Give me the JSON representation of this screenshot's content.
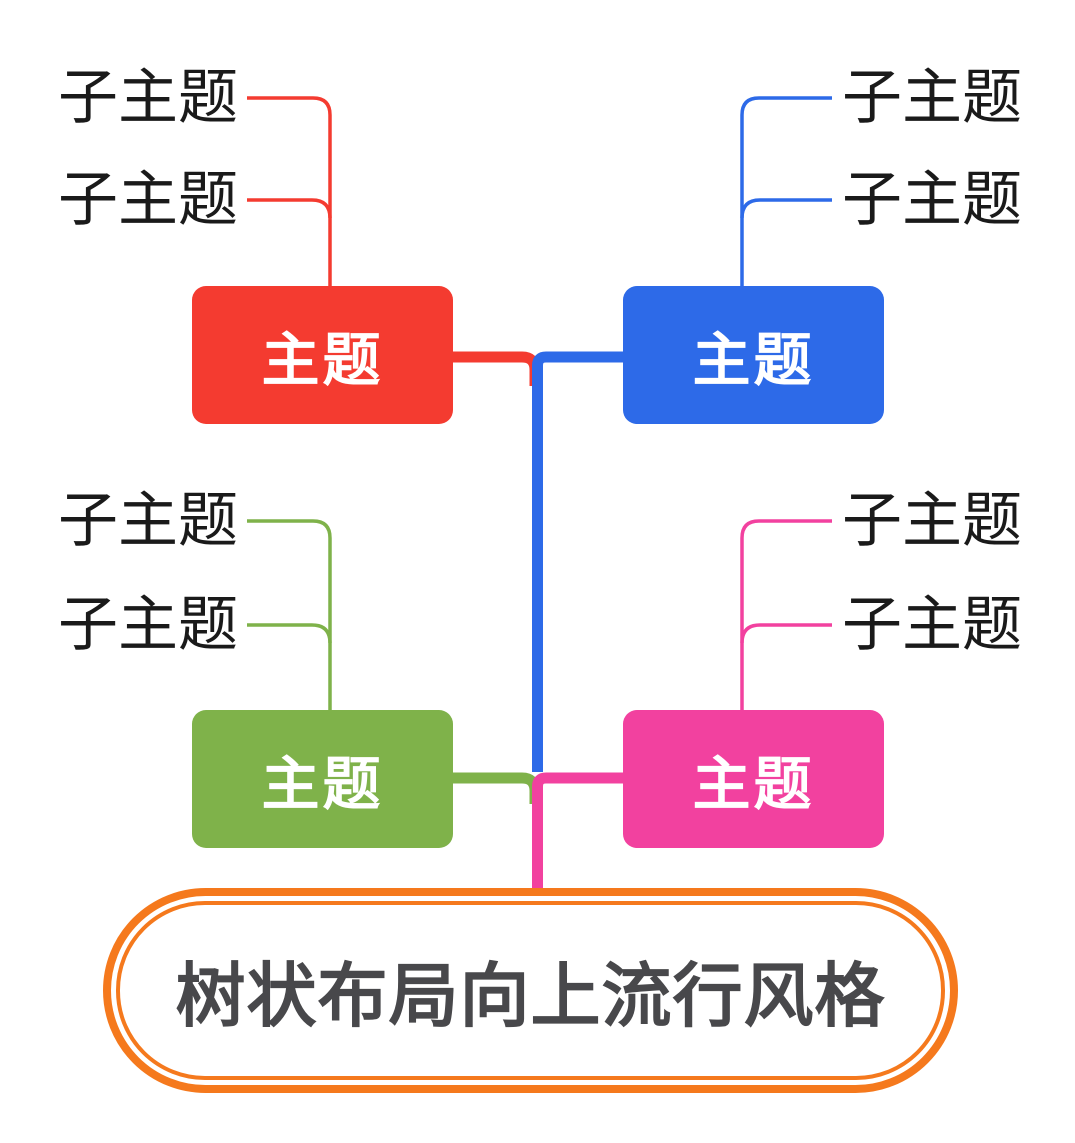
{
  "canvas": {
    "background": "#ffffff"
  },
  "root": {
    "label": "树状布局向上流行风格",
    "border_color": "#f5791d",
    "fill": "#ffffff",
    "text_color": "#48484b"
  },
  "subtopic_text_color": "#1a1a1a",
  "branches": [
    {
      "name": "red",
      "label": "主题",
      "color": "#f43b30",
      "text_color": "#ffffff",
      "side": "left",
      "row": "top",
      "subtopics": [
        {
          "label": "子主题"
        },
        {
          "label": "子主题"
        }
      ]
    },
    {
      "name": "blue",
      "label": "主题",
      "color": "#2d6ae8",
      "text_color": "#ffffff",
      "side": "right",
      "row": "top",
      "subtopics": [
        {
          "label": "子主题"
        },
        {
          "label": "子主题"
        }
      ]
    },
    {
      "name": "green",
      "label": "主题",
      "color": "#7fb24a",
      "text_color": "#ffffff",
      "side": "left",
      "row": "middle",
      "subtopics": [
        {
          "label": "子主题"
        },
        {
          "label": "子主题"
        }
      ]
    },
    {
      "name": "pink",
      "label": "主题",
      "color": "#f2419f",
      "text_color": "#ffffff",
      "side": "right",
      "row": "middle",
      "subtopics": [
        {
          "label": "子主题"
        },
        {
          "label": "子主题"
        }
      ]
    }
  ]
}
